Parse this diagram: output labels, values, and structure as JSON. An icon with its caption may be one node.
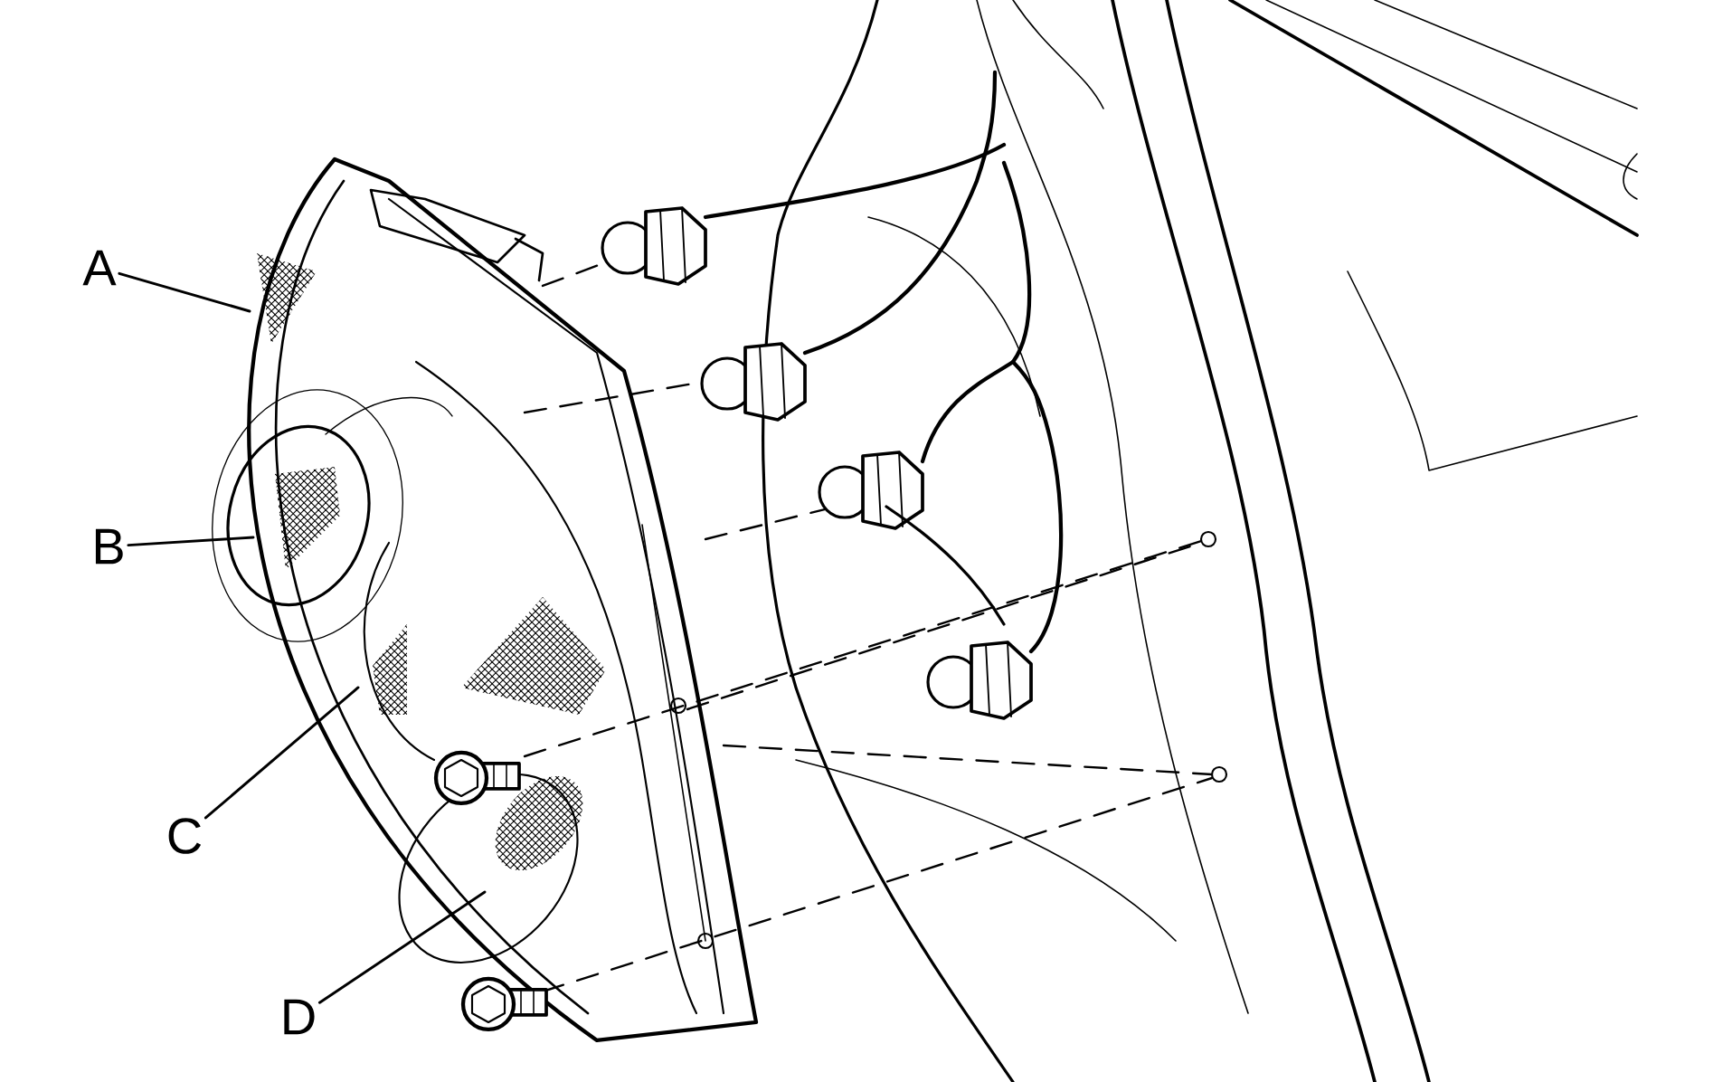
{
  "diagram": {
    "nodes": [
      {
        "text": [
          "A"
        ]
      },
      {
        "text": [
          "B"
        ]
      },
      {
        "text": [
          "C"
        ]
      },
      {
        "text": [
          "D"
        ]
      }
    ],
    "edges": [
      {
        "from": 0,
        "to": null,
        "arrow": "none"
      },
      {
        "from": 1,
        "to": null,
        "arrow": "none"
      },
      {
        "from": 2,
        "to": null,
        "arrow": "none"
      },
      {
        "from": 3,
        "to": null,
        "arrow": "none"
      }
    ]
  }
}
